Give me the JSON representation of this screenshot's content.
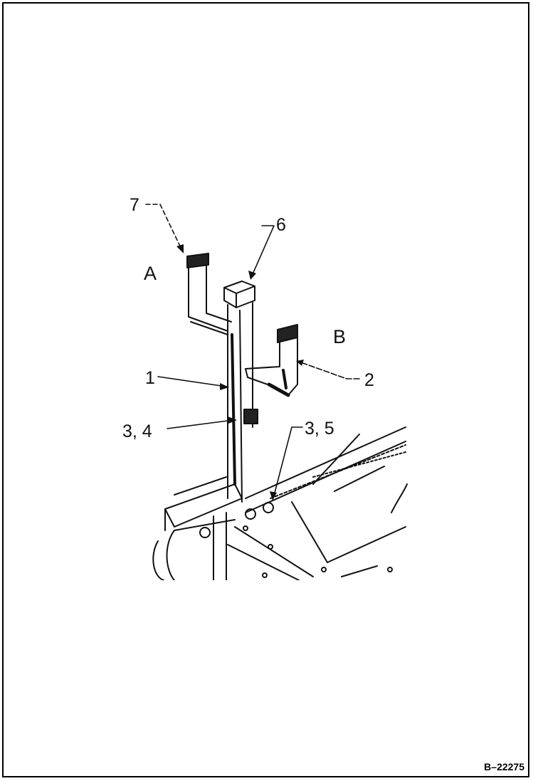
{
  "figure": {
    "id": "B–22275",
    "view_labels": {
      "a": "A",
      "b": "B"
    },
    "callouts": {
      "c1": "1",
      "c2": "2",
      "c3_4": "3, 4",
      "c3_5": "3, 5",
      "c6": "6",
      "c7": "7"
    }
  }
}
